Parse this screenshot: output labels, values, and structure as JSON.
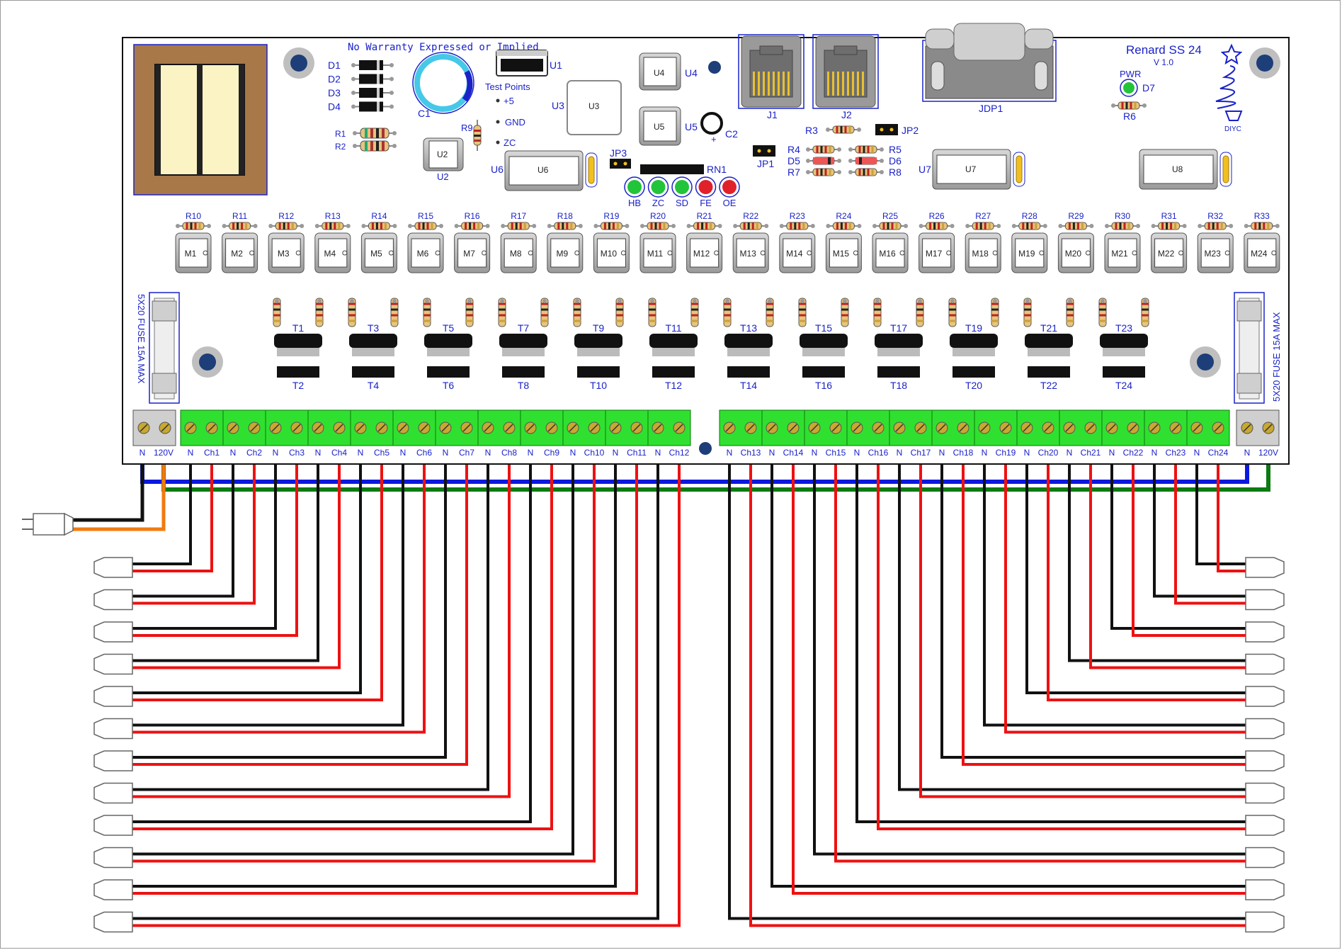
{
  "board": {
    "title": "Renard SS 24",
    "version": "V 1.0",
    "warranty": "No Warranty Expressed or Implied",
    "logo_text": "DIYC",
    "test_points": {
      "title": "Test Points",
      "items": [
        "+5",
        "GND",
        "ZC"
      ]
    },
    "fuse_left": "5X20 FUSE 15A MAX",
    "fuse_right": "5X20 FUSE 15A MAX"
  },
  "components": {
    "diodes": [
      "D1",
      "D2",
      "D3",
      "D4"
    ],
    "resistors_left": [
      "R1",
      "R2"
    ],
    "r9": "R9",
    "c1": "C1",
    "c2": "C2",
    "u1": "U1",
    "u2": "U2",
    "u3": "U3",
    "u4": "U4",
    "u5": "U5",
    "u6": "U6",
    "u7": "U7",
    "u8": "U8",
    "jp1": "JP1",
    "jp2": "JP2",
    "jp3": "JP3",
    "rn1": "RN1",
    "j1": "J1",
    "j2": "J2",
    "jdp1": "JDP1",
    "pwr": "PWR",
    "d7": "D7",
    "r6": "R6",
    "r3": "R3",
    "resistor_group_left": [
      "R4",
      "D5",
      "R7"
    ],
    "resistor_group_right": [
      "R5",
      "D6",
      "R8"
    ],
    "leds": [
      {
        "label": "HB",
        "color": "#22c43a"
      },
      {
        "label": "ZC",
        "color": "#22c43a"
      },
      {
        "label": "SD",
        "color": "#22c43a"
      },
      {
        "label": "FE",
        "color": "#e0202a"
      },
      {
        "label": "OE",
        "color": "#e0202a"
      }
    ],
    "gate_resistors": [
      "R10",
      "R11",
      "R12",
      "R13",
      "R14",
      "R15",
      "R16",
      "R17",
      "R18",
      "R19",
      "R20",
      "R21",
      "R22",
      "R23",
      "R24",
      "R25",
      "R26",
      "R27",
      "R28",
      "R29",
      "R30",
      "R31",
      "R32",
      "R33"
    ],
    "optos": [
      "M1",
      "M2",
      "M3",
      "M4",
      "M5",
      "M6",
      "M7",
      "M8",
      "M9",
      "M10",
      "M11",
      "M12",
      "M13",
      "M14",
      "M15",
      "M16",
      "M17",
      "M18",
      "M19",
      "M20",
      "M21",
      "M22",
      "M23",
      "M24"
    ],
    "triacs_top": [
      "T1",
      "T3",
      "T5",
      "T7",
      "T9",
      "T11",
      "T13",
      "T15",
      "T17",
      "T19",
      "T21",
      "T23"
    ],
    "triacs_bottom": [
      "T2",
      "T4",
      "T6",
      "T8",
      "T10",
      "T12",
      "T14",
      "T16",
      "T18",
      "T20",
      "T22",
      "T24"
    ]
  },
  "terminals": {
    "power_left": [
      "N",
      "120V"
    ],
    "power_right": [
      "N",
      "120V"
    ],
    "channels": [
      "Ch1",
      "Ch2",
      "Ch3",
      "Ch4",
      "Ch5",
      "Ch6",
      "Ch7",
      "Ch8",
      "Ch9",
      "Ch10",
      "Ch11",
      "Ch12",
      "Ch13",
      "Ch14",
      "Ch15",
      "Ch16",
      "Ch17",
      "Ch18",
      "Ch19",
      "Ch20",
      "Ch21",
      "Ch22",
      "Ch23",
      "Ch24"
    ],
    "neutral_label": "N"
  },
  "colors": {
    "trace_blue": "#0a18e0",
    "trace_green": "#0d7a12",
    "wire_black": "#111111",
    "wire_red": "#ee1111",
    "wire_orange": "#f07a10",
    "terminal_green": "#30e030",
    "label_blue": "#1a22c8",
    "transformer_brown": "#a87848",
    "transformer_core": "#fbf3c4"
  }
}
